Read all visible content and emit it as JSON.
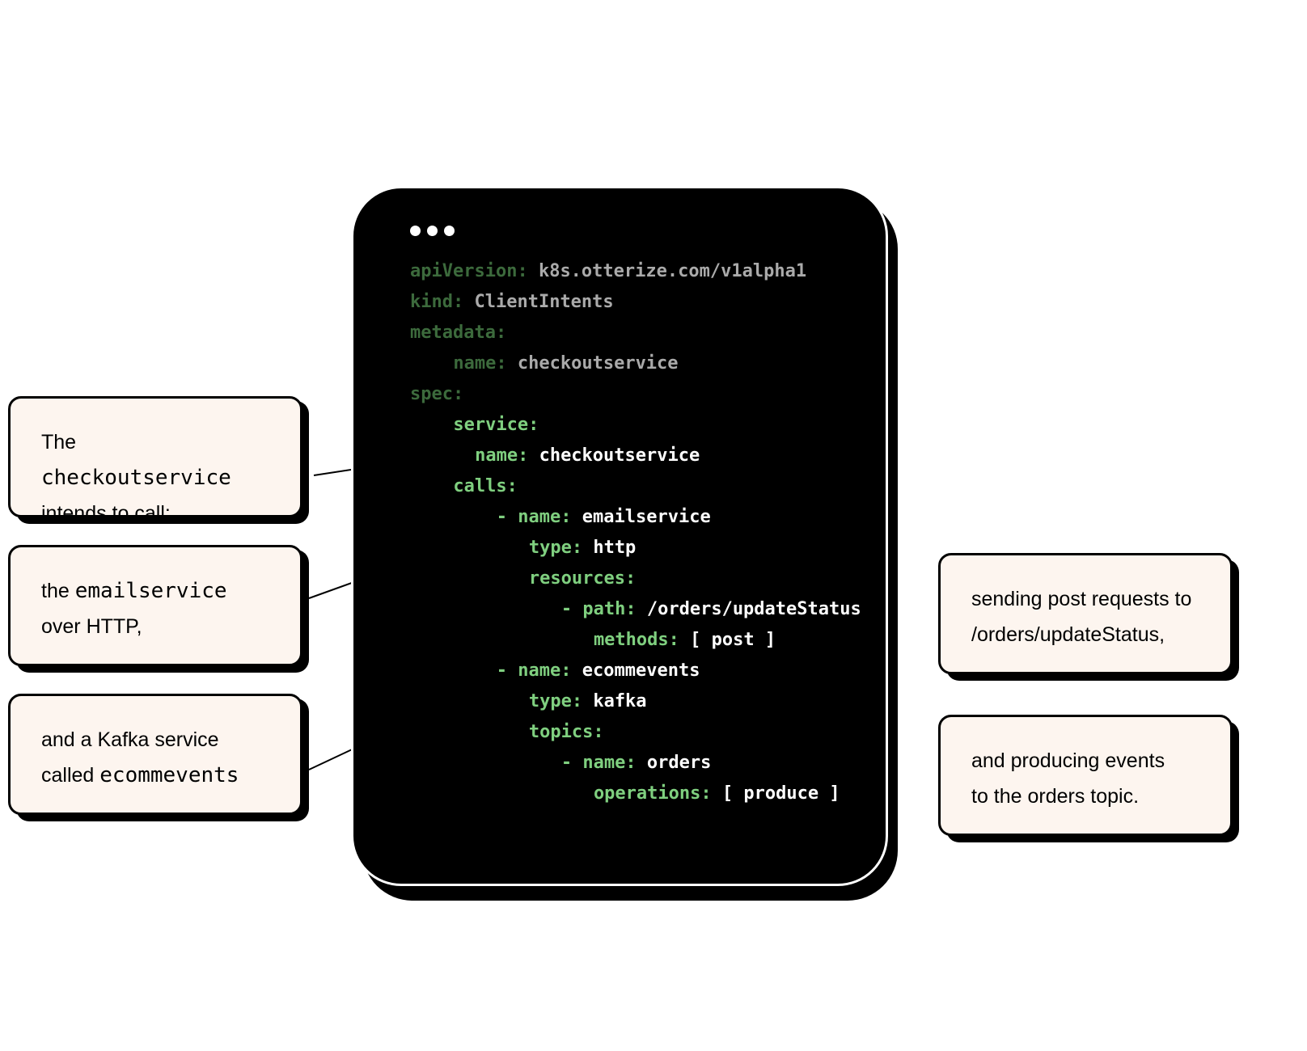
{
  "window": {
    "dots": [
      "dot",
      "dot",
      "dot"
    ]
  },
  "code": [
    {
      "indent": 0,
      "key": "apiVersion:",
      "value": " k8s.otterize.com/v1alpha1",
      "style": "dim"
    },
    {
      "indent": 0,
      "key": "kind:",
      "value": " ClientIntents",
      "style": "dim"
    },
    {
      "indent": 0,
      "key": "metadata:",
      "value": "",
      "style": "dim"
    },
    {
      "indent": 4,
      "key": "name:",
      "value": " checkoutservice",
      "style": "dim"
    },
    {
      "indent": 0,
      "key": "spec:",
      "value": "",
      "style": "dim"
    },
    {
      "indent": 4,
      "key": "service:",
      "value": "",
      "style": "bright"
    },
    {
      "indent": 6,
      "key": "name:",
      "value": " checkoutservice",
      "style": "bright"
    },
    {
      "indent": 4,
      "key": "calls:",
      "value": "",
      "style": "bright"
    },
    {
      "indent": 8,
      "key": "- name:",
      "value": " emailservice",
      "style": "bright"
    },
    {
      "indent": 11,
      "key": "type:",
      "value": " http",
      "style": "bright"
    },
    {
      "indent": 11,
      "key": "resources:",
      "value": "",
      "style": "bright"
    },
    {
      "indent": 14,
      "key": "- path:",
      "value": " /orders/updateStatus",
      "style": "bright"
    },
    {
      "indent": 17,
      "key": "methods:",
      "value": " [ post ]",
      "style": "bright"
    },
    {
      "indent": 8,
      "key": "- name:",
      "value": " ecommevents",
      "style": "bright"
    },
    {
      "indent": 11,
      "key": "type:",
      "value": " kafka",
      "style": "bright"
    },
    {
      "indent": 11,
      "key": "topics:",
      "value": "",
      "style": "bright"
    },
    {
      "indent": 14,
      "key": "- name:",
      "value": " orders",
      "style": "bright"
    },
    {
      "indent": 17,
      "key": "operations:",
      "value": " [ produce ]",
      "style": "bright"
    }
  ],
  "callouts": {
    "c1": {
      "t1": "The ",
      "m1": "checkoutservice",
      "t2": "intends to call:"
    },
    "c2": {
      "t1": "the ",
      "m1": "emailservice",
      "t2": "over HTTP,"
    },
    "c3": {
      "t1": "and a Kafka service",
      "t2": "called ",
      "m1": "ecommevents"
    },
    "c4": {
      "t1": "sending post requests to",
      "t2": "/orders/updateStatus,"
    },
    "c5": {
      "t1": "and producing events",
      "t2": "to the orders topic."
    }
  }
}
